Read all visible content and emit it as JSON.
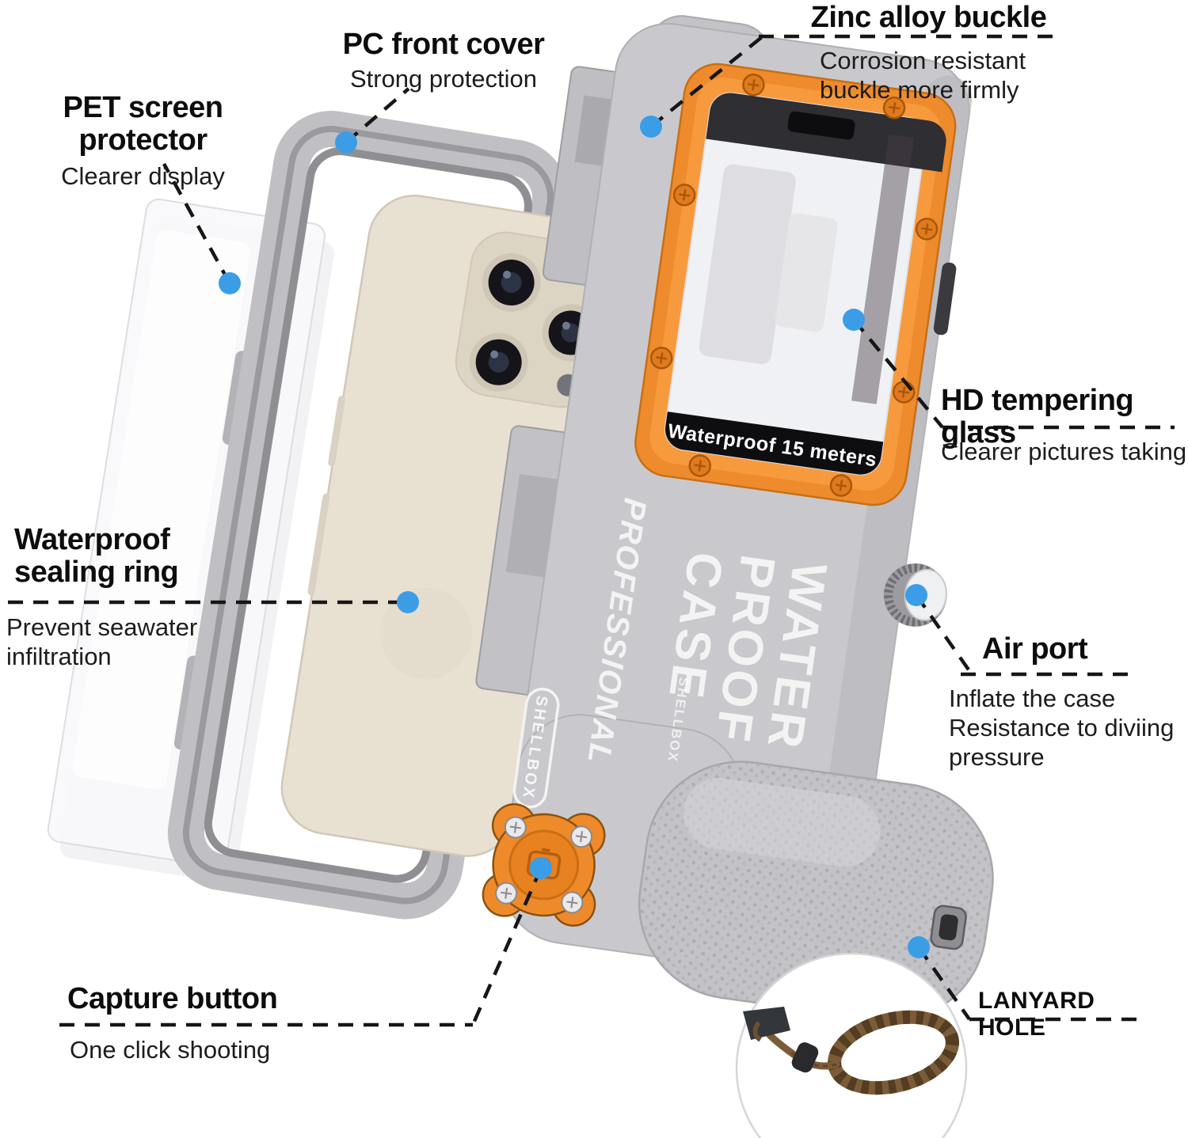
{
  "labels": {
    "zinc": {
      "title": "Zinc alloy buckle",
      "desc1": "Corrosion resistant",
      "desc2": "buckle more firmly"
    },
    "pc": {
      "title": "PC front cover",
      "desc": "Strong protection"
    },
    "pet": {
      "title": "PET screen protector",
      "desc": "Clearer display"
    },
    "seal": {
      "title1": "Waterproof",
      "title2": "sealing ring",
      "desc1": "Prevent seawater",
      "desc2": "infiltration"
    },
    "glass": {
      "title": "HD tempering glass",
      "desc": "Clearer pictures taking"
    },
    "air": {
      "title": "Air port",
      "desc1": "Inflate the case",
      "desc2": "Resistance to diviing",
      "desc3": "pressure"
    },
    "capture": {
      "title": "Capture button",
      "desc": "One click shooting"
    },
    "lanyard": {
      "title": "LANYARD HOLE"
    }
  },
  "case_graphics": {
    "window_banner": "Waterproof 15 meters",
    "emboss_word1": "WATER",
    "emboss_word2": "PROOF",
    "emboss_word3": "CASE",
    "emboss_small": "SHELLBOX",
    "emboss_italic": "PROFESSIONAL",
    "logo_pill": "SHELLBOX"
  },
  "colors": {
    "accent_orange": "#ee8b2c",
    "annotation_blue": "#3b9de6",
    "case_gray": "#c9c9cd",
    "leader_black": "#161616",
    "banner_black": "#0e0e10",
    "phone_beige": "#e8e1d2"
  }
}
